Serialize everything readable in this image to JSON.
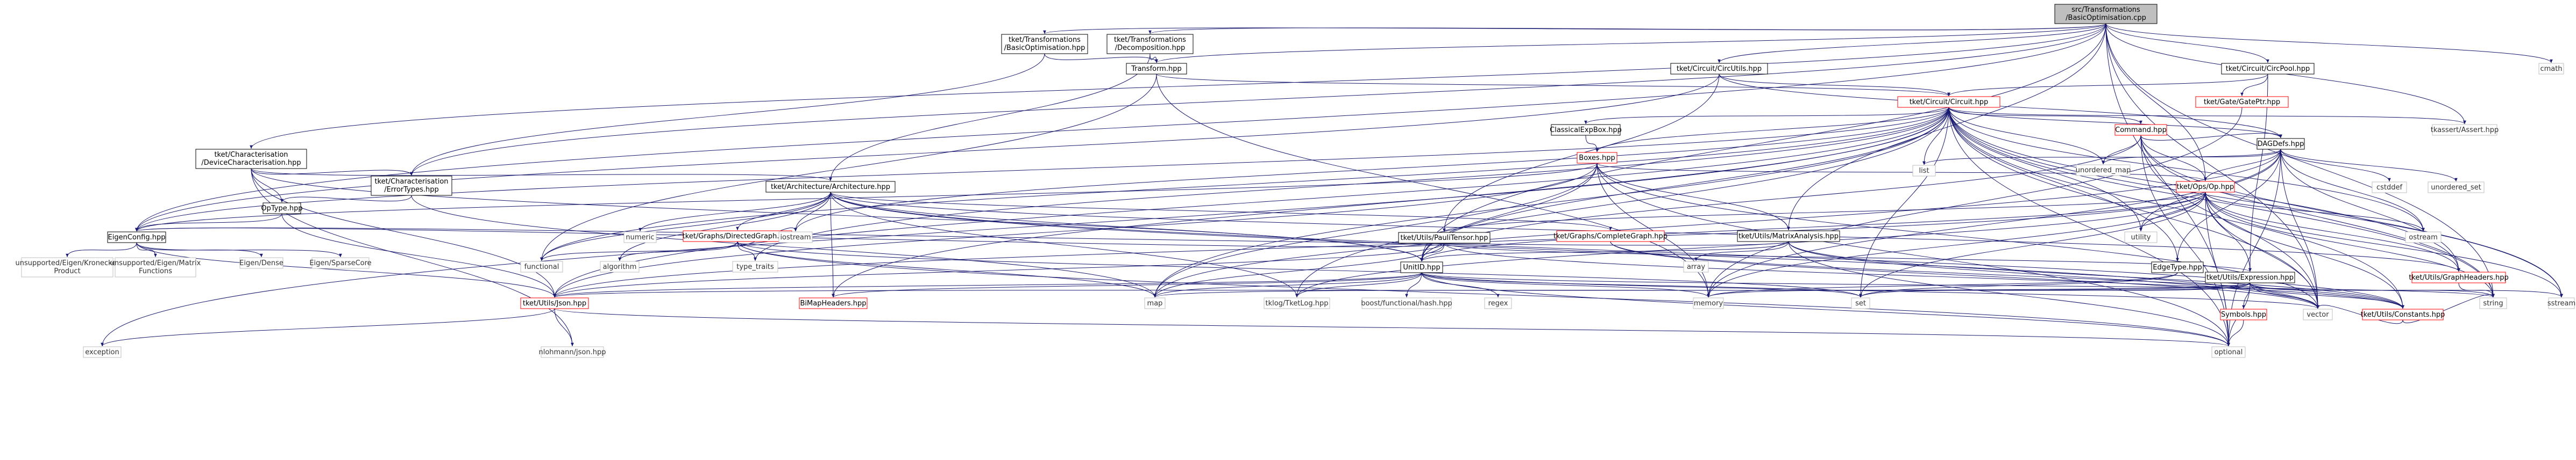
{
  "colors": {
    "root_fill": "#bfbfbf",
    "node_fill": "#ffffff",
    "node_stroke_documented": "#000000",
    "node_stroke_truncated": "#ff0000",
    "external_stroke": "#bfbfbf",
    "text": "#000000",
    "external_text": "#333333",
    "edge": "#191970"
  },
  "nodes": {
    "root": [
      "src/Transformations",
      "/BasicOptimisation.cpp"
    ],
    "tr_basicopt_hpp": [
      "tket/Transformations",
      "/BasicOptimisation.hpp"
    ],
    "tr_decomp_hpp": [
      "tket/Transformations",
      "/Decomposition.hpp"
    ],
    "transform_hpp": [
      "Transform.hpp"
    ],
    "circutils_hpp": [
      "tket/Circuit/CircUtils.hpp"
    ],
    "circpool_hpp": [
      "tket/Circuit/CircPool.hpp"
    ],
    "cmath": [
      "cmath"
    ],
    "circuit_hpp": [
      "tket/Circuit/Circuit.hpp"
    ],
    "gateptr_hpp": [
      "tket/Gate/GatePtr.hpp"
    ],
    "tkassert_hpp": [
      "tkassert/Assert.hpp"
    ],
    "char_devicechar_hpp": [
      "tket/Characterisation",
      "/DeviceCharacterisation.hpp"
    ],
    "char_errortypes_hpp": [
      "tket/Characterisation",
      "/ErrorTypes.hpp"
    ],
    "optype_hpp": [
      "OpType.hpp"
    ],
    "eigenconfig_hpp": [
      "EigenConfig.hpp"
    ],
    "classicalexpbox_hpp": [
      "ClassicalExpBox.hpp"
    ],
    "boxes_hpp": [
      "Boxes.hpp"
    ],
    "command_hpp": [
      "Command.hpp"
    ],
    "dagdefs_hpp": [
      "DAGDefs.hpp"
    ],
    "arch_hpp": [
      "tket/Architecture/Architecture.hpp"
    ],
    "op_hpp": [
      "tket/Ops/Op.hpp"
    ],
    "directedgraph_hpp": [
      "tket/Graphs/DirectedGraph.hpp"
    ],
    "completegraph_hpp": [
      "tket/Graphs/CompleteGraph.hpp"
    ],
    "paulitensor_hpp": [
      "tket/Utils/PauliTensor.hpp"
    ],
    "matrixanalysis_hpp": [
      "tket/Utils/MatrixAnalysis.hpp"
    ],
    "edgetype_hpp": [
      "EdgeType.hpp"
    ],
    "expression_hpp": [
      "tket/Utils/Expression.hpp"
    ],
    "unitid_hpp": [
      "UnitID.hpp"
    ],
    "graphheaders_hpp": [
      "tket/Utils/GraphHeaders.hpp"
    ],
    "json_hpp": [
      "tket/Utils/Json.hpp"
    ],
    "bimapheaders_hpp": [
      "BiMapHeaders.hpp"
    ],
    "symbols_hpp": [
      "Symbols.hpp"
    ],
    "constants_hpp": [
      "tket/Utils/Constants.hpp"
    ],
    "ext_unordered_map": [
      "unordered_map"
    ],
    "ext_list": [
      "list"
    ],
    "ext_cstddef": [
      "cstddef"
    ],
    "ext_unordered_set": [
      "unordered_set"
    ],
    "ext_ostream": [
      "ostream"
    ],
    "ext_utility": [
      "utility"
    ],
    "ext_numeric": [
      "numeric"
    ],
    "ext_functional": [
      "functional"
    ],
    "ext_algorithm": [
      "algorithm"
    ],
    "ext_type_traits": [
      "type_traits"
    ],
    "ext_iostream": [
      "iostream"
    ],
    "ext_array": [
      "array"
    ],
    "ext_map": [
      "map"
    ],
    "ext_tklog": [
      "tklog/TketLog.hpp"
    ],
    "ext_boost_hash": [
      "boost/functional/hash.hpp"
    ],
    "ext_regex": [
      "regex"
    ],
    "ext_memory": [
      "memory"
    ],
    "ext_set": [
      "set"
    ],
    "ext_vector": [
      "vector"
    ],
    "ext_string": [
      "string"
    ],
    "ext_sstream": [
      "sstream"
    ],
    "ext_exception": [
      "exception"
    ],
    "ext_nlohmann": [
      "nlohmann/json.hpp"
    ],
    "ext_optional": [
      "optional"
    ],
    "ext_eigen_kron": [
      "unsupported/Eigen/Kronecker",
      "Product"
    ],
    "ext_eigen_matfun": [
      "unsupported/Eigen/Matrix",
      "Functions"
    ],
    "ext_eigen_dense": [
      "Eigen/Dense"
    ],
    "ext_eigen_sparse": [
      "Eigen/SparseCore"
    ]
  }
}
